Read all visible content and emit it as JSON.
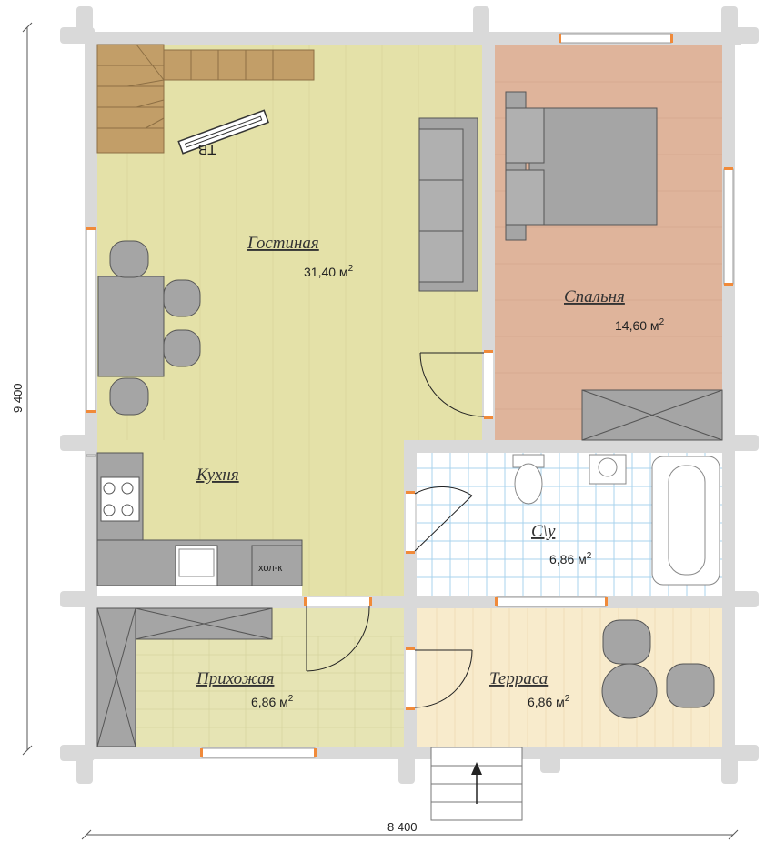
{
  "plan": {
    "dimensions": {
      "width": "8 400",
      "height": "9 400"
    },
    "rooms": {
      "living": {
        "name": "Гостиная",
        "area": "31,40 м",
        "sup": "2"
      },
      "bedroom": {
        "name": "Спальня",
        "area": "14,60 м",
        "sup": "2"
      },
      "kitchen": {
        "name": "Кухня"
      },
      "bathroom": {
        "name": "С\\у",
        "area": "6,86 м",
        "sup": "2"
      },
      "hallway": {
        "name": "Прихожая",
        "area": "6,86 м",
        "sup": "2"
      },
      "terrace": {
        "name": "Терраса",
        "area": "6,86 м",
        "sup": "2"
      }
    },
    "labels": {
      "tv": "ТВ",
      "fridge": "хол-к"
    },
    "colors": {
      "wall": "#d9d9d9",
      "living": "#e4e1a8",
      "bedroom": "#dfb49b",
      "hallway": "#e6e4b4",
      "terrace": "#f8ebcc",
      "bathroom": "#ffffff",
      "tile": "#a9d3ee",
      "stairs": "#c29e68",
      "furniture": "#a5a5a5"
    }
  }
}
